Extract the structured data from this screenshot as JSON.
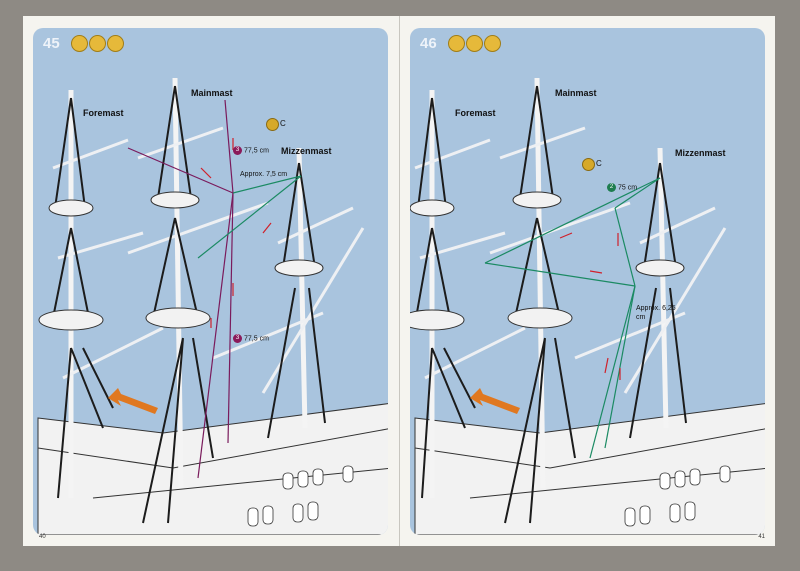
{
  "left_page": {
    "step": "45",
    "page_number": "40",
    "labels": {
      "foremast": "Foremast",
      "mainmast": "Mainmast",
      "mizzenmast": "Mizzenmast"
    },
    "paint": "C",
    "measurements": [
      {
        "badge": "3",
        "badge_color": "#8a1a5a",
        "text": "77,5 cm"
      },
      {
        "text": "Approx. 7,5 cm"
      },
      {
        "badge": "3",
        "badge_color": "#8a1a5a",
        "text": "77,5 cm"
      }
    ],
    "line_color": "#7a1b5c"
  },
  "right_page": {
    "step": "46",
    "page_number": "41",
    "labels": {
      "foremast": "Foremast",
      "mainmast": "Mainmast",
      "mizzenmast": "Mizzenmast"
    },
    "paint": "C",
    "measurements": [
      {
        "badge": "2",
        "badge_color": "#1e7d4f",
        "text": "75 cm"
      },
      {
        "text": "Approx. 6,25 cm"
      }
    ],
    "line_color": "#1b8a63"
  },
  "colors": {
    "panel": "#a9c4de",
    "arrow": "#e07820",
    "hull": "#f2f2f2",
    "rig": "#1c1c1c"
  }
}
